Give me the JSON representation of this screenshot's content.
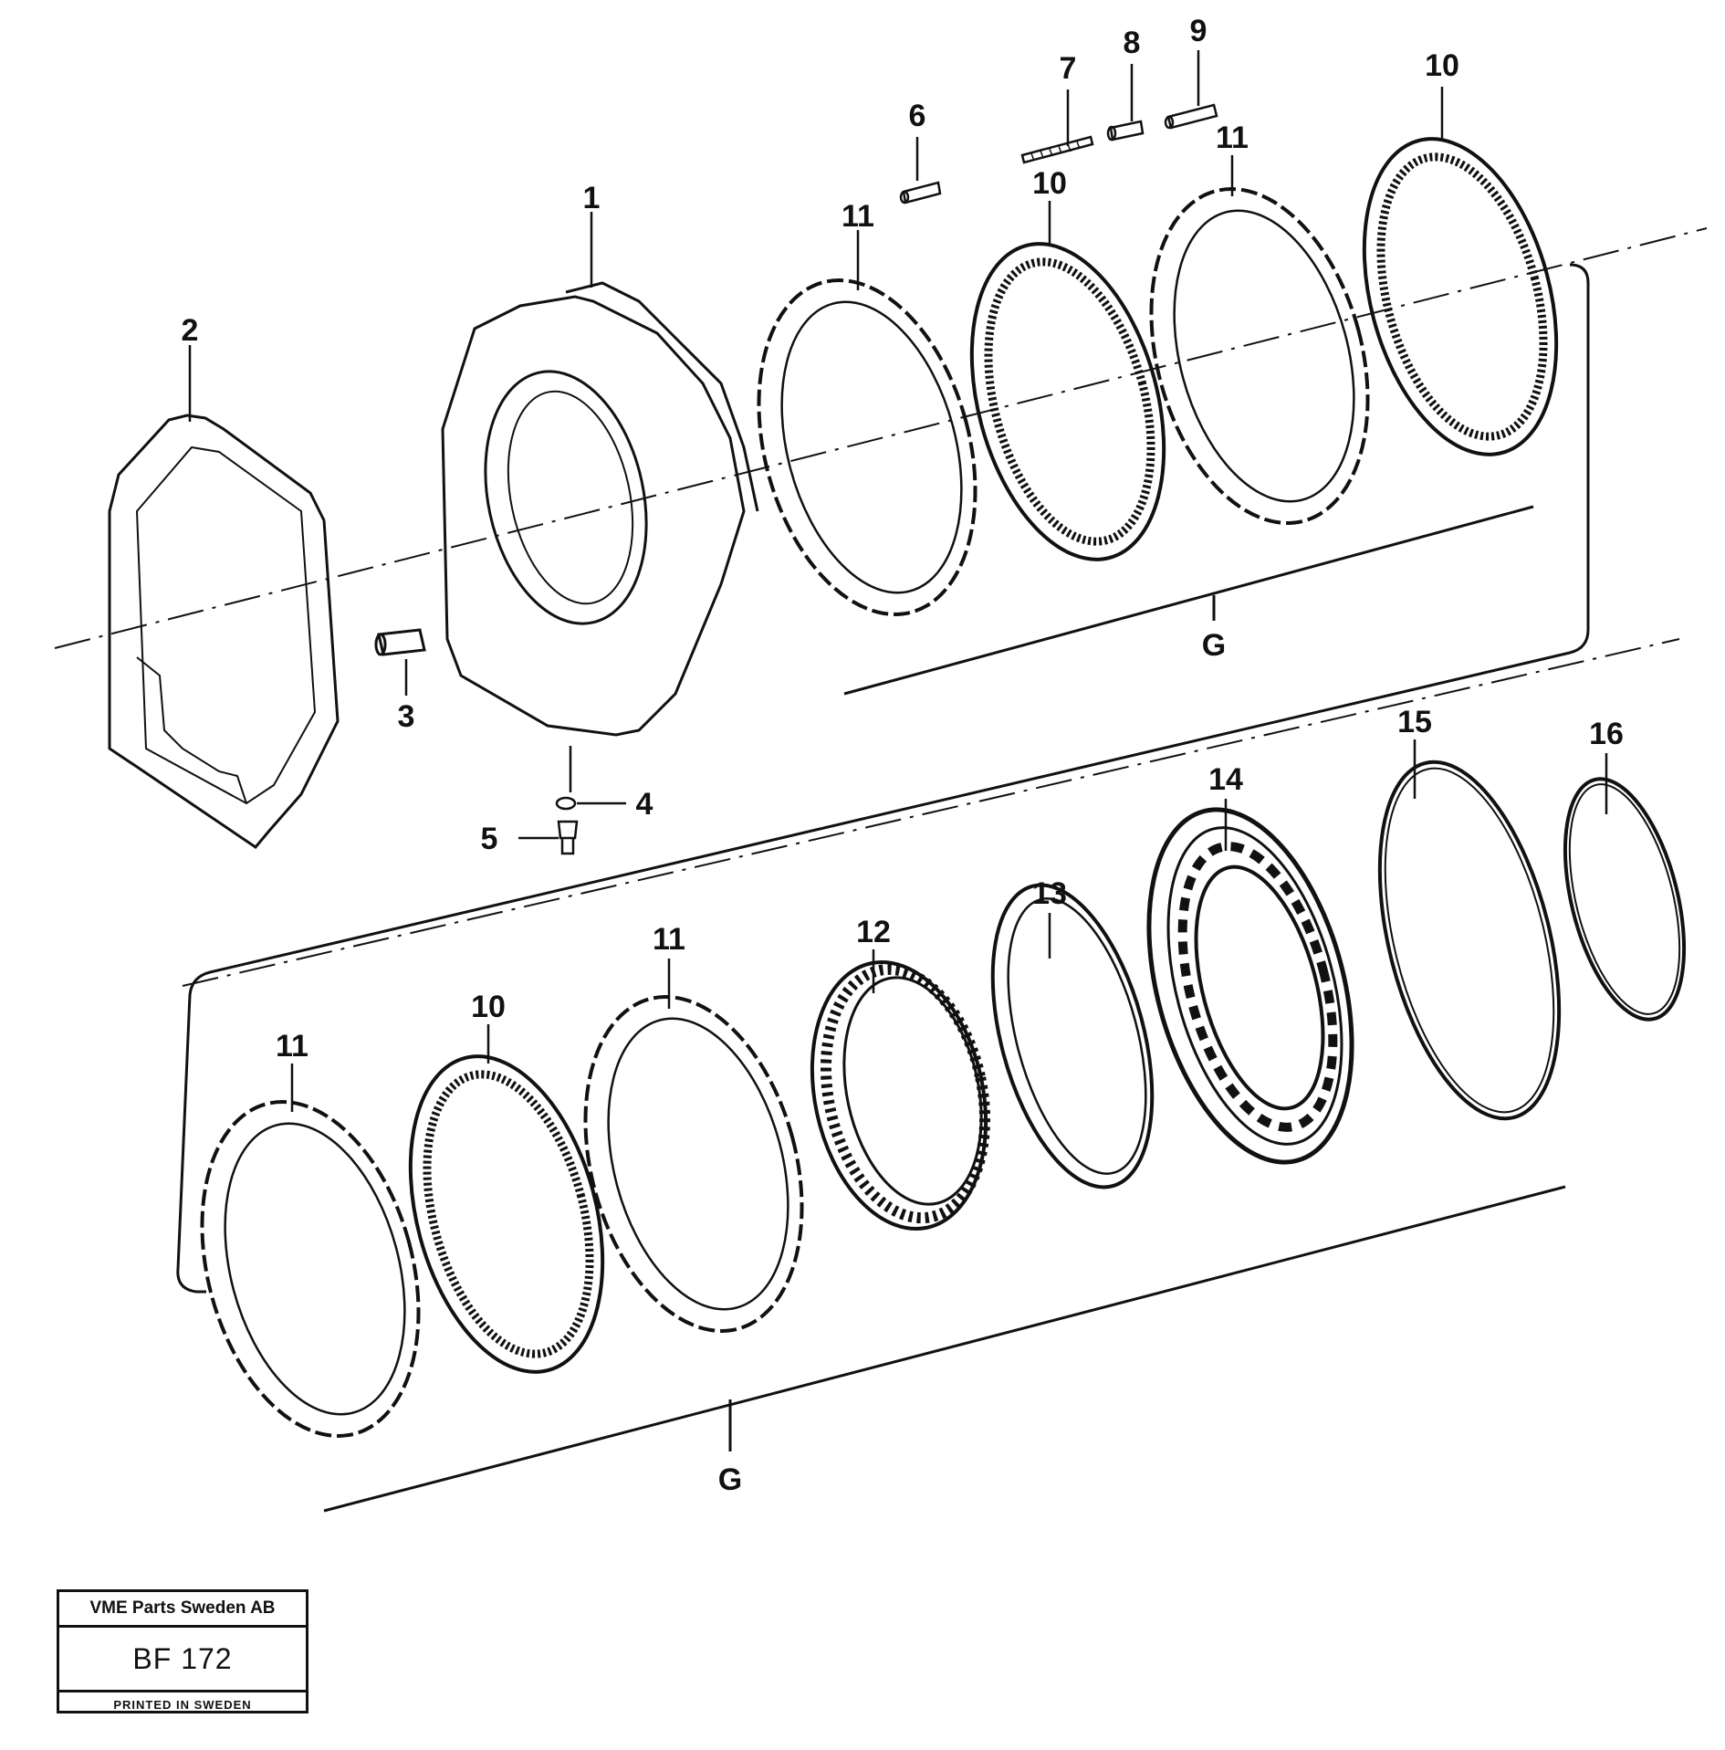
{
  "callouts": {
    "p1": "1",
    "p2": "2",
    "p3": "3",
    "p4": "4",
    "p5": "5",
    "p6": "6",
    "p7": "7",
    "p8": "8",
    "p9": "9",
    "p10a": "10",
    "p10b": "10",
    "p10c": "10",
    "p11a": "11",
    "p11b": "11",
    "p11c": "11",
    "p11d": "11",
    "p12": "12",
    "p13": "13",
    "p14": "14",
    "p15": "15",
    "p16": "16"
  },
  "groups": {
    "upper": "G",
    "lower": "G"
  },
  "stamp": {
    "company": "VME Parts Sweden AB",
    "code": "BF 172",
    "printed": "PRINTED IN SWEDEN"
  }
}
